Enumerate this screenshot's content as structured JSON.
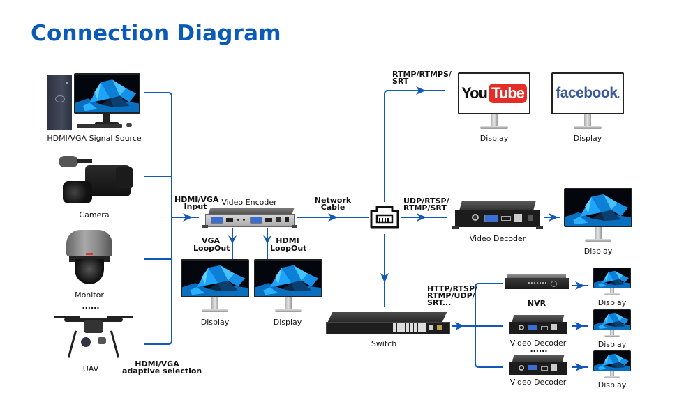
{
  "title": "Connection Diagram",
  "colors": {
    "accent": "#0a5bb8",
    "line": "#1258b7",
    "youtube_red": "#e52d27",
    "facebook_blue": "#3b5998"
  },
  "sources": {
    "signal_source": "HDMI/VGA Signal Source",
    "camera": "Camera",
    "monitor": "Monitor",
    "ellipsis": "......",
    "uav": "UAV",
    "adaptive": [
      "HDMI/VGA",
      "adaptive selection"
    ]
  },
  "encoder": {
    "input_label": [
      "HDMI/VGA",
      "Input"
    ],
    "name": "Video Encoder",
    "vga_loopout": [
      "VGA",
      "LoopOut"
    ],
    "hdmi_loopout": [
      "HDMI",
      "LoopOut"
    ],
    "display_left": "Display",
    "display_right": "Display"
  },
  "network": {
    "cable_label": [
      "Network",
      "Cable"
    ],
    "port_icon": "ethernet-port-icon"
  },
  "streaming": {
    "protocol_label": [
      "RTMP/RTMPS/",
      "SRT"
    ],
    "youtube": {
      "you": "You",
      "tube": "Tube",
      "caption": "Display"
    },
    "facebook": {
      "text": "facebook",
      "dot": ".",
      "caption": "Display"
    }
  },
  "decoder_branch": {
    "protocol_label": [
      "UDP/RTSP/",
      "RTMP/SRT"
    ],
    "decoder": "Video Decoder",
    "display": "Display"
  },
  "switch_branch": {
    "switch": "Switch",
    "protocol_label": [
      "HTTP/RTSP/",
      "RTMP/UDP/",
      "SRT..."
    ],
    "nvr": "NVR",
    "decoder1": "Video Decoder",
    "ellipsis": "......",
    "decoder2": "Video Decoder",
    "displays": [
      "Display",
      "Display",
      "Display"
    ]
  }
}
